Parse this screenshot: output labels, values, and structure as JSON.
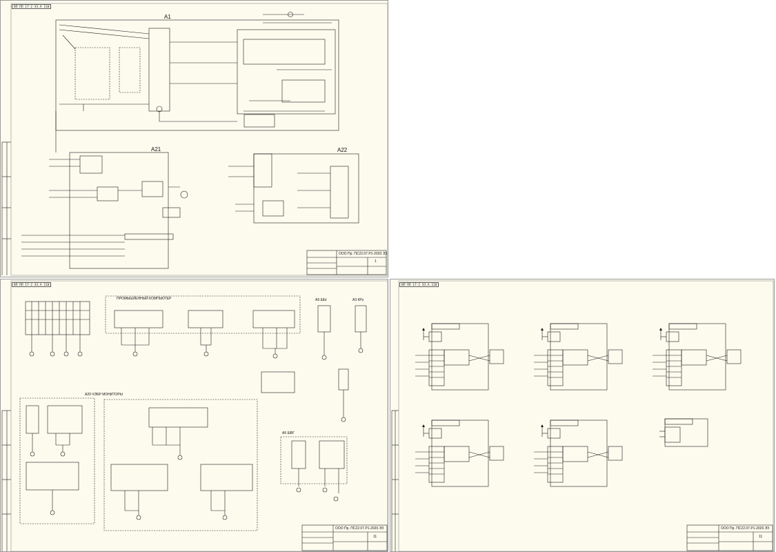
{
  "sheets": [
    {
      "id": "sheet-1",
      "stamp": "ВП ПЛ 17-2 ЭЗ.А 110",
      "blocks": {
        "a1": "A1",
        "a21": "A21",
        "a22": "A22"
      },
      "title_code": "ООО Пр. ПС22.07.Р1-2020.ЭЗ",
      "sheet_no": "1"
    },
    {
      "id": "sheet-2",
      "stamp": "ВП ПЛ 17-2 ЭЗ.А 110",
      "blocks": {
        "pc": "ПРОМЫШЛЕННЫЙ КОМПЬЮТЕР",
        "a20": "A20 ЧЭБР МОНИТОРЫ",
        "a9": "A9 ШЫ",
        "a3": "A3 КРу",
        "a5": "A5 ШВГ"
      },
      "title_code": "ООО Пр. ПС22.07.Р1-2020.ЭЗ",
      "sheet_no": "11"
    },
    {
      "id": "sheet-3",
      "stamp": "ВП ПЛ 17-2 ЭЗ.А 110",
      "title_code": "ООО Пр. ПС22.07.Р1-2020.ЭЗ",
      "sheet_no": "11"
    }
  ],
  "colors": {
    "paper": "#fdfbee",
    "line": "#1a1a1a",
    "frame": "#9a9a9a"
  }
}
